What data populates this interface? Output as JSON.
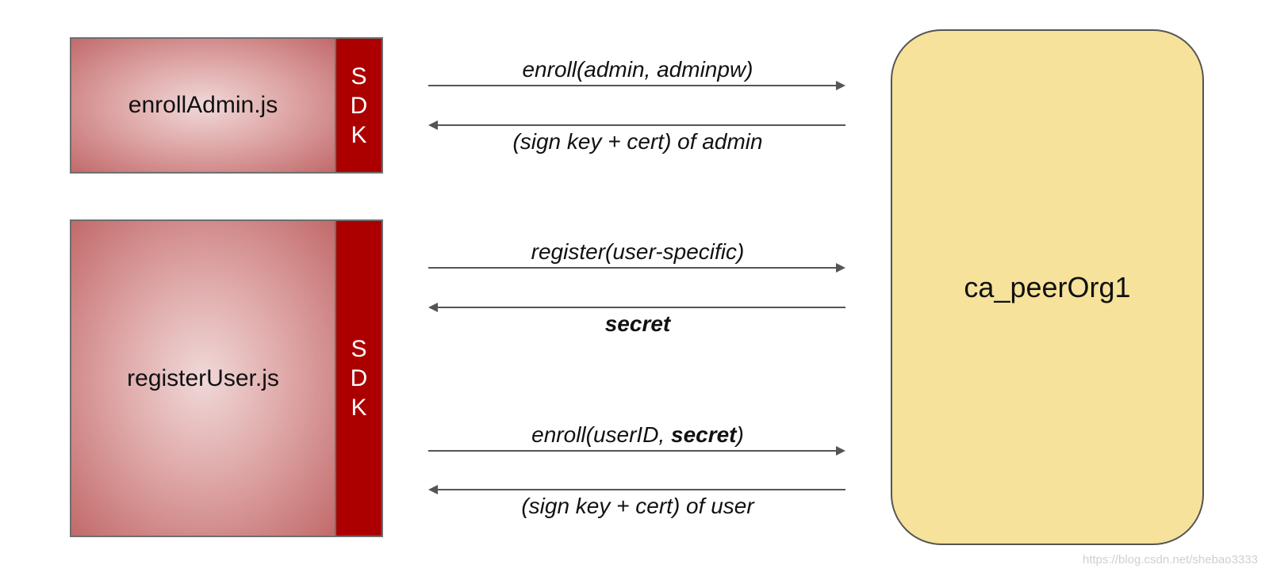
{
  "enroll_admin": {
    "client_label": "enrollAdmin.js",
    "sdk_letters": [
      "S",
      "D",
      "K"
    ],
    "request_label": "enroll(admin, adminpw)",
    "response_label": "(sign key + cert) of admin"
  },
  "register_user": {
    "client_label": "registerUser.js",
    "sdk_letters": [
      "S",
      "D",
      "K"
    ],
    "register_label": "register(user-specific)",
    "secret_label": "secret",
    "enroll_label_prefix": "enroll(userID, ",
    "enroll_label_secret": "secret",
    "enroll_label_suffix": ")",
    "response_label": "(sign key + cert) of user"
  },
  "ca": {
    "label": "ca_peerOrg1"
  },
  "watermark": "https://blog.csdn.net/shebao3333",
  "colors": {
    "client_fill": "#d49a9a",
    "sdk_fill": "#ac0000",
    "ca_fill": "#f6e29a",
    "arrow": "#555555"
  }
}
